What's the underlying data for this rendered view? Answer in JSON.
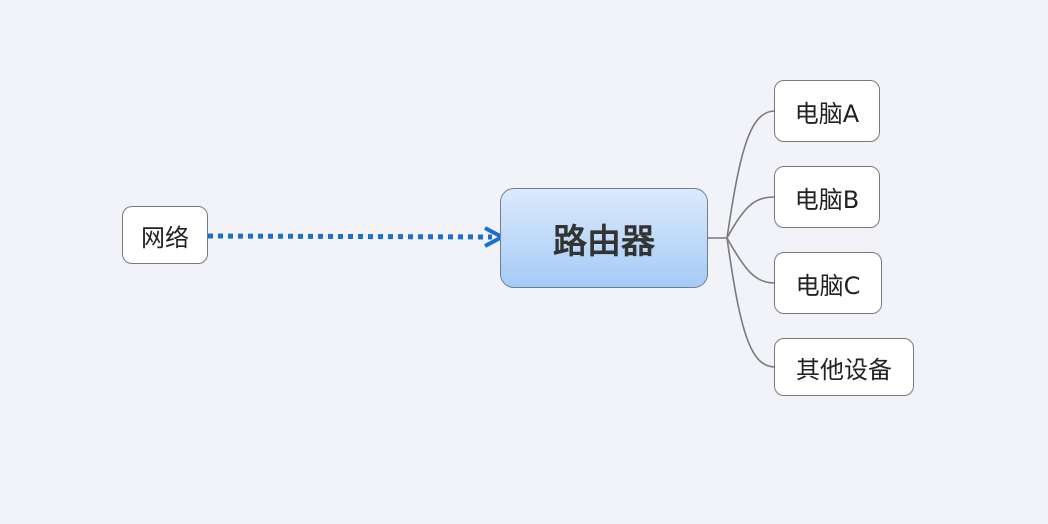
{
  "diagram": {
    "source_node": {
      "label": "网络"
    },
    "central_node": {
      "label": "路由器"
    },
    "branches": [
      {
        "label": "电脑A"
      },
      {
        "label": "电脑B"
      },
      {
        "label": "电脑C"
      },
      {
        "label": "其他设备"
      }
    ],
    "colors": {
      "background": "#f2f3f8",
      "dotted_arrow": "#1a6fd0",
      "branch_line": "#7a7a7a",
      "central_gradient_top": "#dbeafc",
      "central_gradient_bottom": "#a5cbf6"
    }
  }
}
